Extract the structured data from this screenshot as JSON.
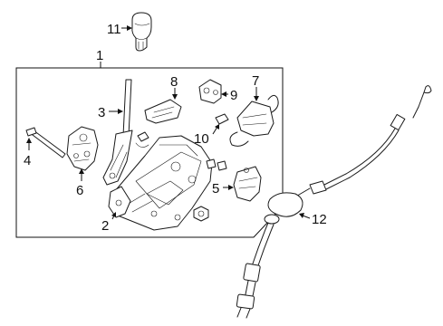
{
  "diagram": {
    "callouts": [
      {
        "id": "c11",
        "label": "11"
      },
      {
        "id": "c1",
        "label": "1"
      },
      {
        "id": "c8",
        "label": "8"
      },
      {
        "id": "c9",
        "label": "9"
      },
      {
        "id": "c7",
        "label": "7"
      },
      {
        "id": "c3",
        "label": "3"
      },
      {
        "id": "c10",
        "label": "10"
      },
      {
        "id": "c4",
        "label": "4"
      },
      {
        "id": "c6",
        "label": "6"
      },
      {
        "id": "c5",
        "label": "5"
      },
      {
        "id": "c2",
        "label": "2"
      },
      {
        "id": "c12",
        "label": "12"
      }
    ]
  }
}
